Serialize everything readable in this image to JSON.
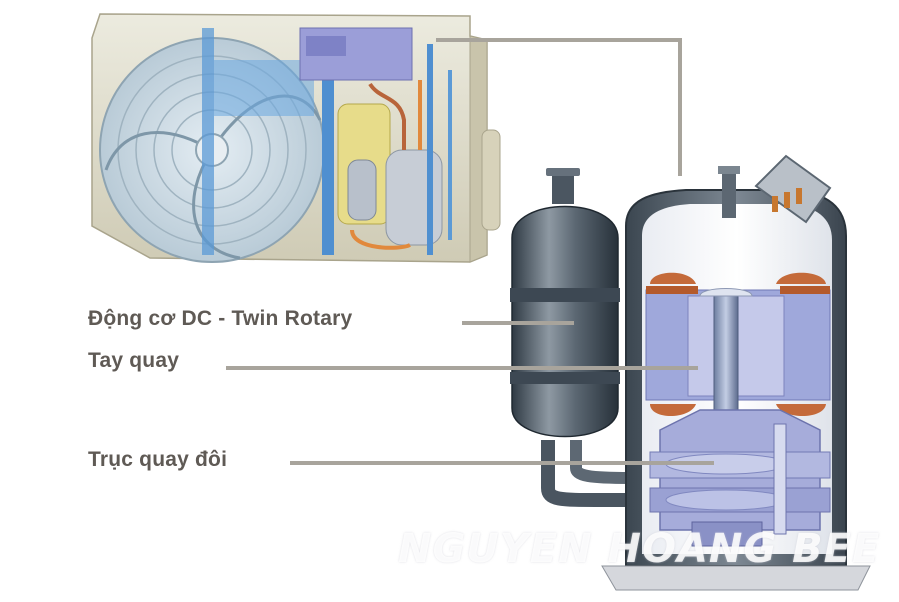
{
  "labels": {
    "motor": "Động cơ DC - Twin Rotary",
    "crank": "Tay quay",
    "shaft": "Trục quay đôi"
  },
  "watermark": "NGUYEN HOANG BEE",
  "colors": {
    "leader_line": "#a8a49c",
    "label_text": "#5f5a55",
    "unit_casing": "#dcd8c4",
    "blue_parts": "#4f8fd0",
    "steel": "#6b7784",
    "copper": "#b8643a",
    "rotor_lavender": "#aeb4de"
  }
}
